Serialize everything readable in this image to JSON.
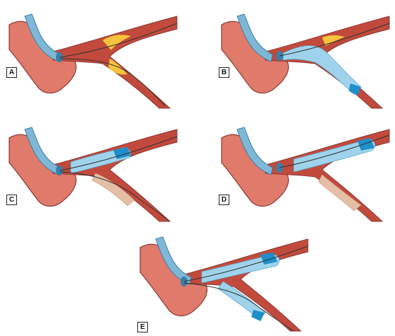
{
  "colors": {
    "tissue": "#E07A6A",
    "tissue_outline": "#8A3A36",
    "vessel_dark": "#9C2A28",
    "vessel_mid": "#C24A3C",
    "plaque": "#F6C33A",
    "catheter": "#7FB8D6",
    "catheter_inner": "#3D7EA6",
    "stent": "#9FD3EC",
    "balloon": "#1E8FC9",
    "wire": "#333333",
    "stent_mesh": "#E4BFA6"
  },
  "panels": [
    {
      "id": "A",
      "label": "A",
      "stage": "plaque",
      "icon": "bifurcation-plaque-icon"
    },
    {
      "id": "B",
      "label": "B",
      "stage": "side-branch-stent",
      "icon": "side-branch-stent-icon"
    },
    {
      "id": "C",
      "label": "C",
      "stage": "main-branch-stent",
      "icon": "main-branch-stent-icon"
    },
    {
      "id": "D",
      "label": "D",
      "stage": "main-branch-balloon",
      "icon": "main-branch-balloon-icon"
    },
    {
      "id": "E",
      "label": "E",
      "stage": "kissing-balloon",
      "icon": "kissing-balloon-icon"
    }
  ]
}
